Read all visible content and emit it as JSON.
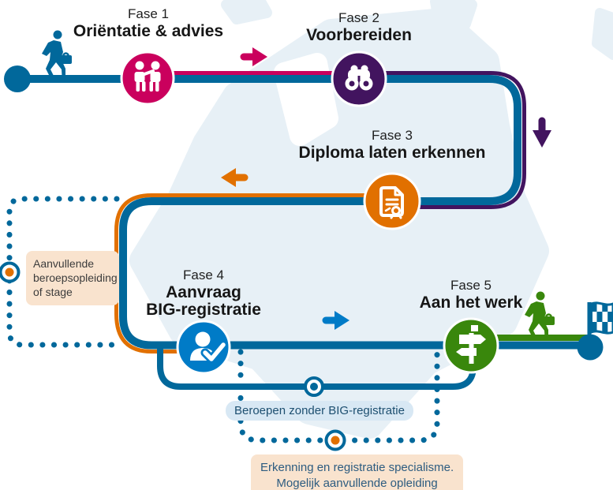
{
  "diagram": {
    "language": "nl",
    "phases": [
      {
        "label": "Fase 1",
        "title": "Oriëntatie & advies",
        "color": "#ca005d",
        "icon": "handshake-people-icon"
      },
      {
        "label": "Fase 2",
        "title": "Voorbereiden",
        "color": "#42145f",
        "icon": "binoculars-icon"
      },
      {
        "label": "Fase 3",
        "title": "Diploma laten erkennen",
        "color": "#e17000",
        "icon": "certificate-document-icon"
      },
      {
        "label": "Fase 4",
        "title": "Aanvraag\nBIG-registratie",
        "color": "#007bc7",
        "icon": "person-check-icon"
      },
      {
        "label": "Fase 5",
        "title": "Aan het werk",
        "color": "#39870c",
        "icon": "signpost-icon"
      }
    ],
    "side_notes": {
      "left_box": "Aanvullende beroepsopleiding of stage",
      "bottom_pill": "Beroepen zonder BIG-registratie",
      "bottom_box": "Erkenning en registratie specialisme.\nMogelijk aanvullende opleiding"
    },
    "arrows": [
      {
        "between": "fase1-fase2",
        "direction": "right",
        "color": "#ca005d"
      },
      {
        "between": "fase2-fase3",
        "direction": "down",
        "color": "#42145f"
      },
      {
        "between": "fase3-fase4",
        "direction": "left",
        "color": "#e17000"
      },
      {
        "between": "fase4-fase5",
        "direction": "right",
        "color": "#007bc7"
      }
    ],
    "markers": [
      {
        "name": "aanvullende-opleiding-marker",
        "dot_color": "#e17000"
      },
      {
        "name": "beroepen-zonder-big-marker",
        "dot_color": "#01689b"
      },
      {
        "name": "erkenning-specialisme-marker",
        "dot_color": "#e17000"
      }
    ],
    "colors": {
      "route_blue": "#01689b",
      "sky_blue": "#007bc7",
      "pink": "#ca005d",
      "purple": "#42145f",
      "orange": "#e17000",
      "green": "#39870c",
      "map_fill": "#e7f0f6",
      "note_beige": "#f9e3ce",
      "pill_blue": "#d8e8f4"
    },
    "figures": [
      "walking-person-start-icon",
      "walking-person-finish-icon",
      "checkered-flag-icon"
    ]
  }
}
